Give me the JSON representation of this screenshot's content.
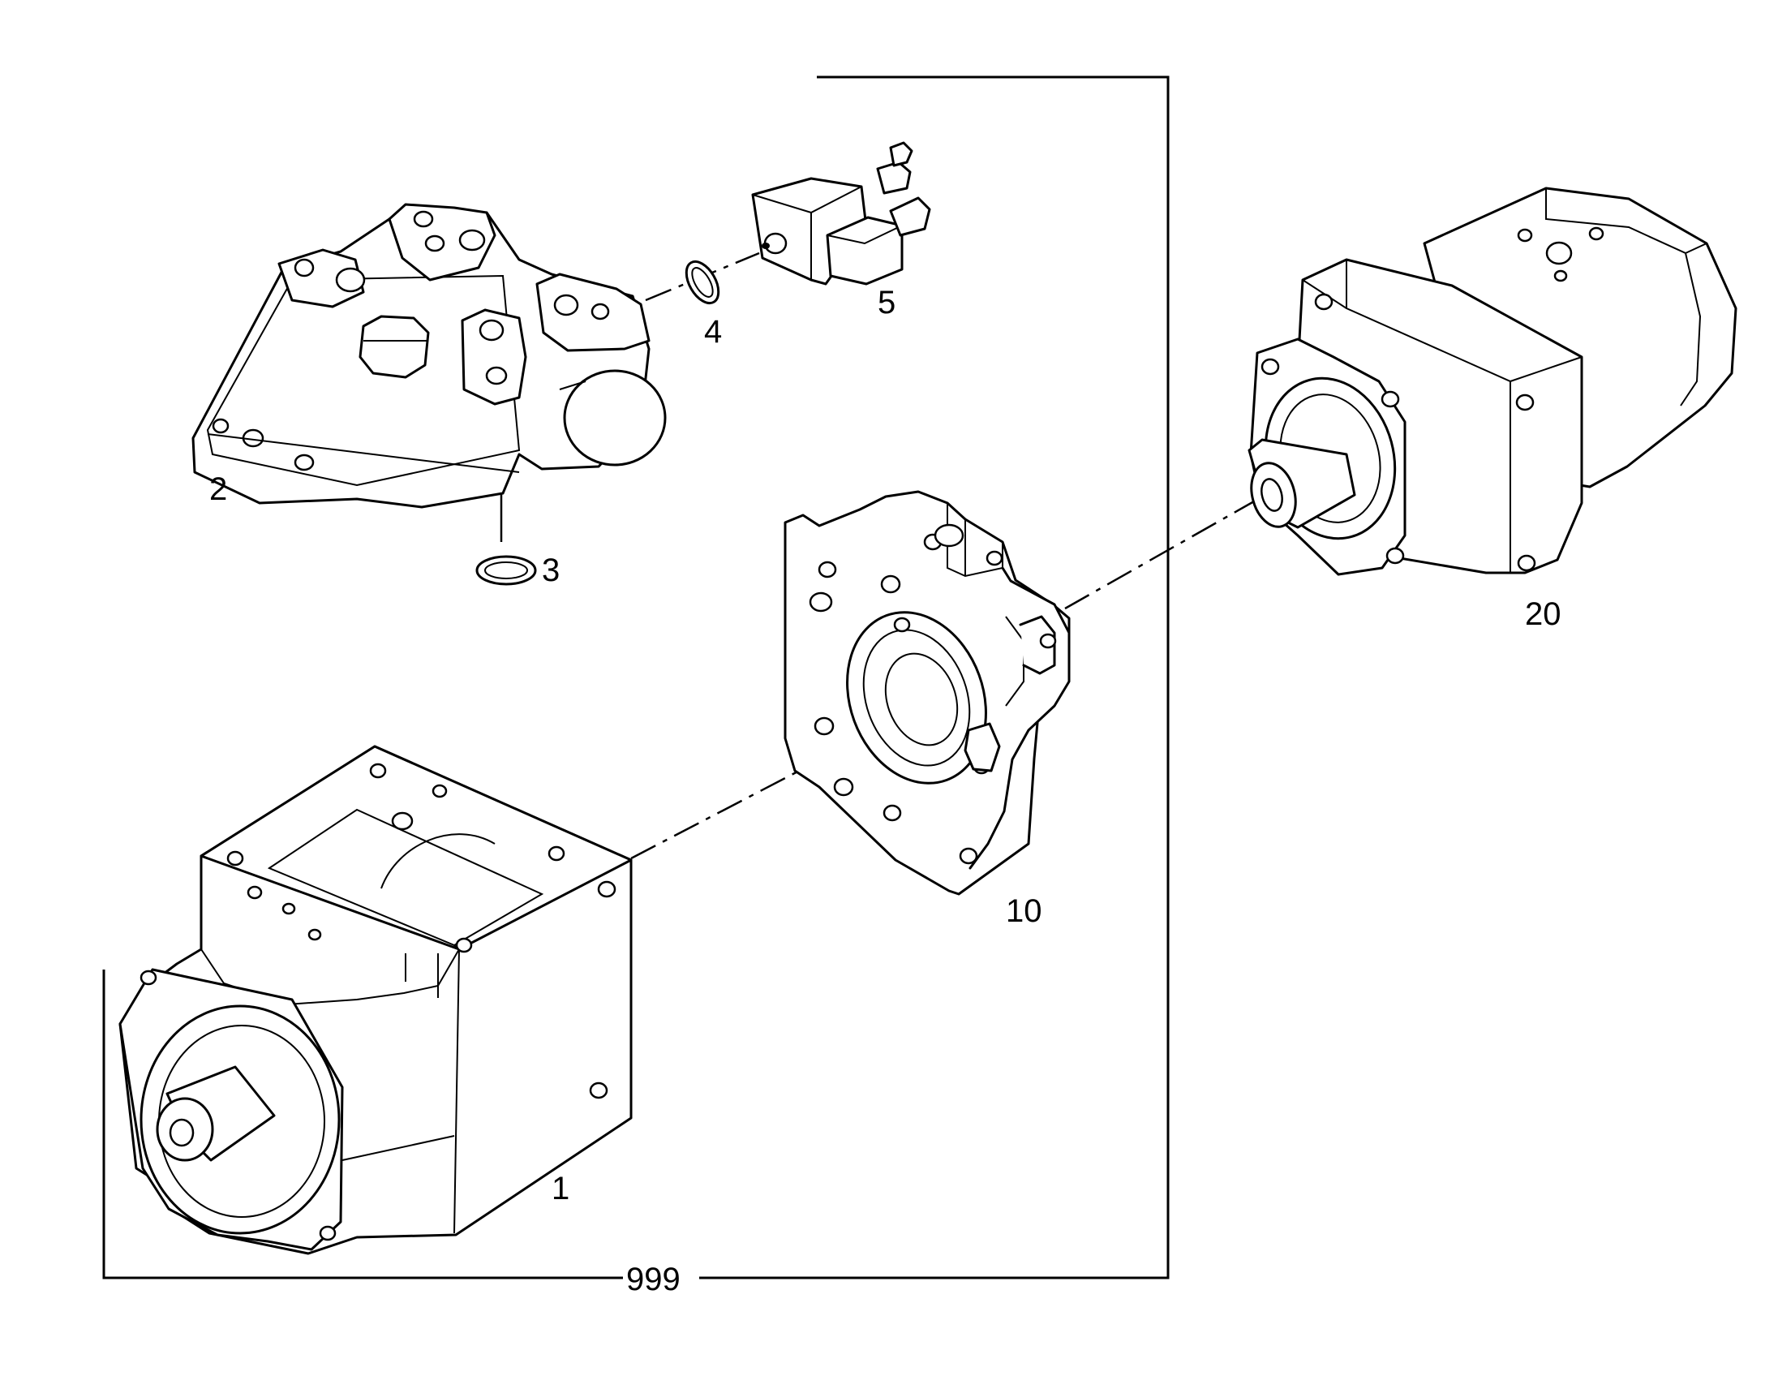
{
  "callouts": {
    "part_1": "1",
    "part_2": "2",
    "part_3": "3",
    "part_4": "4",
    "part_5": "5",
    "part_10": "10",
    "part_20": "20",
    "assembly_999": "999"
  },
  "colors": {
    "line": "#000000",
    "background": "#ffffff"
  }
}
